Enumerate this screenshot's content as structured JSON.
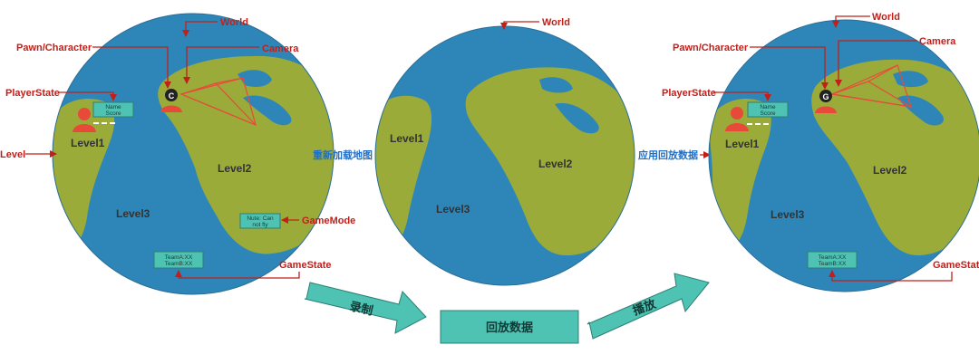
{
  "globe_left": {
    "world": "World",
    "pawn": "Pawn/Character",
    "camera": "Camera",
    "player_state": "PlayerState",
    "level": "Level",
    "game_mode": "GameMode",
    "game_state": "GameState",
    "level1": "Level1",
    "level2": "Level2",
    "level3": "Level3",
    "ps_box": [
      "Name",
      "Score"
    ],
    "gm_box": [
      "Nute: Can",
      "not fly"
    ],
    "gs_box": [
      "TeamA:XX",
      "TeamB:XX"
    ]
  },
  "globe_middle": {
    "world": "World",
    "level1": "Level1",
    "level2": "Level2",
    "level3": "Level3"
  },
  "globe_right": {
    "world": "World",
    "pawn": "Pawn/Character",
    "camera": "Camera",
    "player_state": "PlayerState",
    "game_state": "GameState",
    "level1": "Level1",
    "level2": "Level2",
    "level3": "Level3",
    "ps_box": [
      "Name",
      "Score"
    ],
    "gs_box": [
      "TeamA:XX",
      "TeamB:XX"
    ]
  },
  "connectors": {
    "reload_map": "重新加载地图",
    "apply_replay": "应用回放数据"
  },
  "flow": {
    "record": "录制",
    "replay_data": "回放数据",
    "play": "播放"
  },
  "colors": {
    "ocean": "#2e86b8",
    "land": "#9aab3a",
    "annotation": "#c0201a",
    "teal_box": "#4ec3b3",
    "connector_text": "#1e6fc8"
  }
}
